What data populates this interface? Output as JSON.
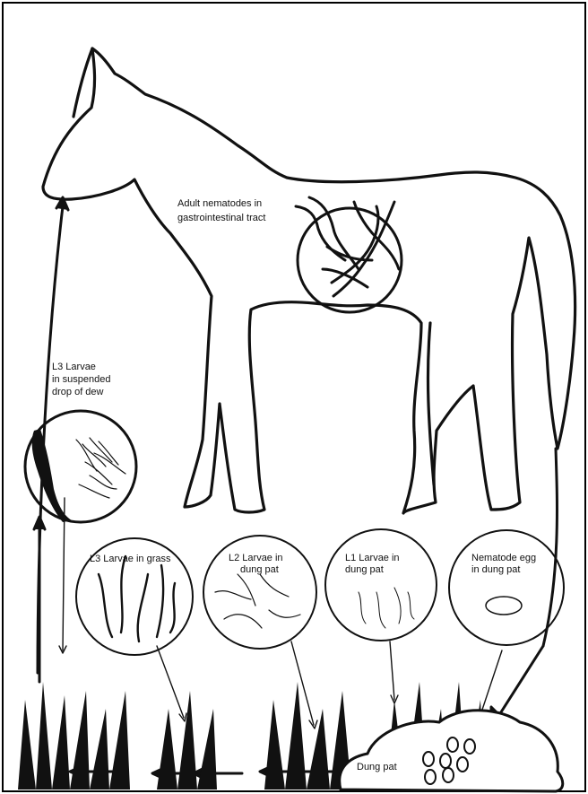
{
  "labels": {
    "adult": [
      "Adult nematodes in",
      "gastrointestinal tract"
    ],
    "dew": [
      "L3 Larvae",
      "in suspended",
      "drop of dew"
    ],
    "grass": "L3 Larvae in grass",
    "l2": [
      "L2 Larvae in",
      "dung pat"
    ],
    "l1": [
      "L1 Larvae in",
      "dung pat"
    ],
    "egg": [
      "Nematode egg",
      "in dung pat"
    ],
    "dung": "Dung pat"
  },
  "colors": {
    "ink": "#111111",
    "frame": "#000000",
    "background": "#ffffff"
  }
}
